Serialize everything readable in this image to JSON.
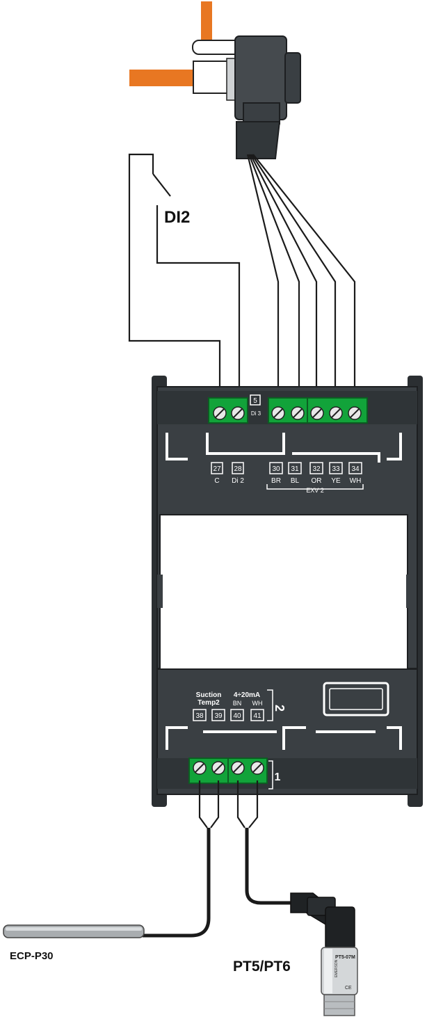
{
  "labels": {
    "di2": "DI2",
    "sensor_temp": "ECP-P30",
    "sensor_pressure": "PT5/PT6"
  },
  "module_top": {
    "di3_terminal": "5",
    "di3_label": "Di 3",
    "terminals": [
      {
        "num": "27",
        "name": "C"
      },
      {
        "num": "28",
        "name": "Di 2"
      },
      {
        "num": "30",
        "name": "BR"
      },
      {
        "num": "31",
        "name": "BL"
      },
      {
        "num": "32",
        "name": "OR"
      },
      {
        "num": "33",
        "name": "YE"
      },
      {
        "num": "34",
        "name": "WH"
      }
    ],
    "group_label": "EXV 2"
  },
  "module_bottom": {
    "group1_label_line1": "Suction",
    "group1_label_line2": "Temp2",
    "group2_label_line1": "4÷20mA",
    "wire_labels": [
      "BN",
      "WH"
    ],
    "terminals": [
      "38",
      "39",
      "40",
      "41"
    ],
    "channel_number": "2",
    "bracket_number": "1"
  },
  "transducer_text": {
    "brand": "EMERSON",
    "model": "PT5-07M",
    "mark": "CE"
  },
  "colors": {
    "module_body": "#3a3f43",
    "module_edge": "#2b2f32",
    "terminal_green": "#12a33a",
    "pipe_orange": "#e87722",
    "wire": "#1a1a1a"
  }
}
